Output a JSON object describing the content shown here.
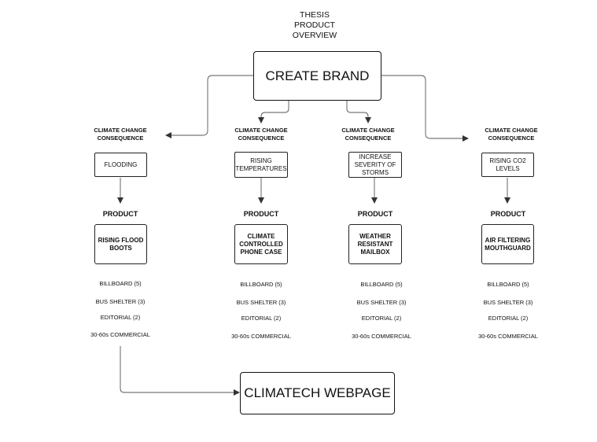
{
  "title": "THESIS\nPRODUCT\nOVERVIEW",
  "root": "CREATE BRAND",
  "footer_node": "CLIMATECH WEBPAGE",
  "columns": [
    {
      "header": "CLIMATE CHANGE\nCONSEQUENCE",
      "consequence": "FLOODING",
      "product_header": "PRODUCT",
      "product": "RISING FLOOD\nBOOTS",
      "media": [
        "BILLBOARD (5)",
        "BUS SHELTER (3)",
        "EDITORIAL (2)",
        "30-60s COMMERCIAL"
      ]
    },
    {
      "header": "CLIMATE CHANGE\nCONSEQUENCE",
      "consequence": "RISING\nTEMPERATURES",
      "product_header": "PRODUCT",
      "product": "CLIMATE\nCONTROLLED\nPHONE CASE",
      "media": [
        "BILLBOARD (5)",
        "BUS SHELTER (3)",
        "EDITORIAL (2)",
        "30-60s COMMERCIAL"
      ]
    },
    {
      "header": "CLIMATE CHANGE\nCONSEQUENCE",
      "consequence": "INCREASE\nSEVERITY OF\nSTORMS",
      "product_header": "PRODUCT",
      "product": "WEATHER\nRESISTANT\nMAILBOX",
      "media": [
        "BILLBOARD (5)",
        "BUS SHELTER (3)",
        "EDITORIAL (2)",
        "30-60s COMMERCIAL"
      ]
    },
    {
      "header": "CLIMATE CHANGE\nCONSEQUENCE",
      "consequence": "RISING CO2\nLEVELS",
      "product_header": "PRODUCT",
      "product": "AIR  FILTERING\nMOUTHGUARD",
      "media": [
        "BILLBOARD (5)",
        "BUS SHELTER (3)",
        "EDITORIAL (2)",
        "30-60s COMMERCIAL"
      ]
    }
  ]
}
